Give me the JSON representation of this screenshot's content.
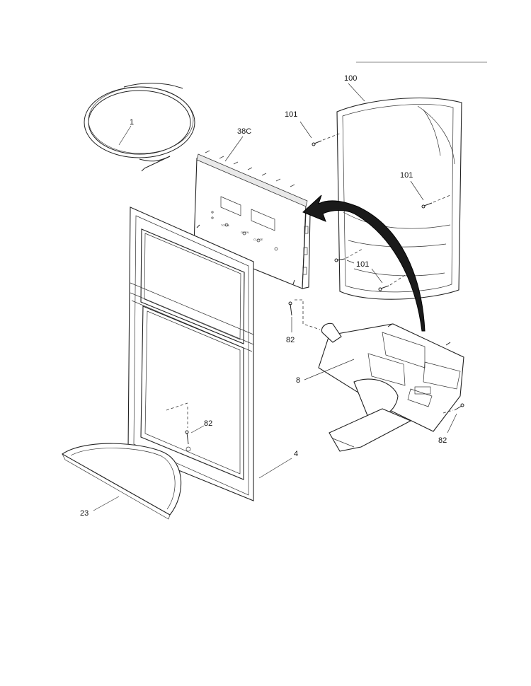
{
  "labels": {
    "tubing": "1",
    "container": "100",
    "screw_top": "101",
    "screw_right": "101",
    "screw_bottom": "101",
    "control_board": "38C",
    "screw_82_left": "82",
    "screw_82_center": "82",
    "screw_82_right": "82",
    "dispenser_actuator": "8",
    "trim_frame": "4",
    "drip_tray": "23"
  },
  "board_text": {
    "total": "TOTAL",
    "open": "OPEN",
    "close": "CLOSE"
  }
}
